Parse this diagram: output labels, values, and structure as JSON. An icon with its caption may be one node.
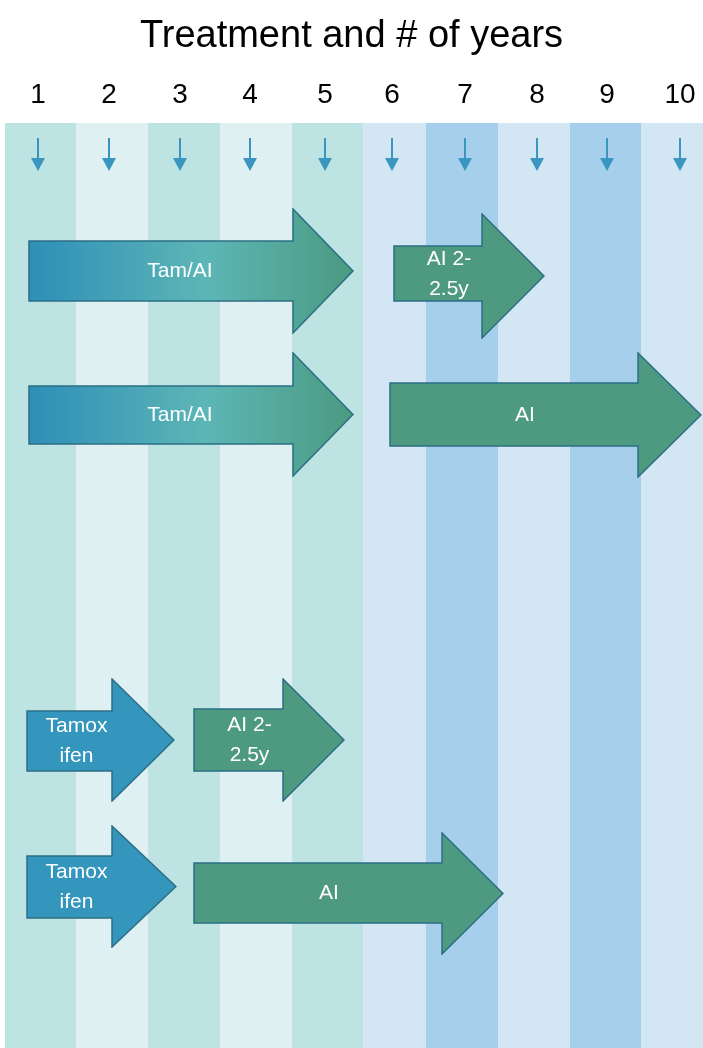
{
  "diagram": {
    "title": "Treatment and # of years",
    "nodes": [
      {
        "text": [
          "Tam/AI"
        ]
      },
      {
        "text": [
          "AI 2-2.5y"
        ]
      },
      {
        "text": [
          "Tam/AI"
        ]
      },
      {
        "text": [
          "AI"
        ]
      },
      {
        "text": [
          "Tamoxifen"
        ]
      },
      {
        "text": [
          "AI 2-2.5y"
        ]
      },
      {
        "text": [
          "Tamoxifen"
        ]
      },
      {
        "text": [
          "AI"
        ]
      }
    ],
    "edges": [],
    "labels": [
      "1",
      "2",
      "3",
      "4",
      "5",
      "6",
      "7",
      "8",
      "9",
      "10"
    ]
  }
}
